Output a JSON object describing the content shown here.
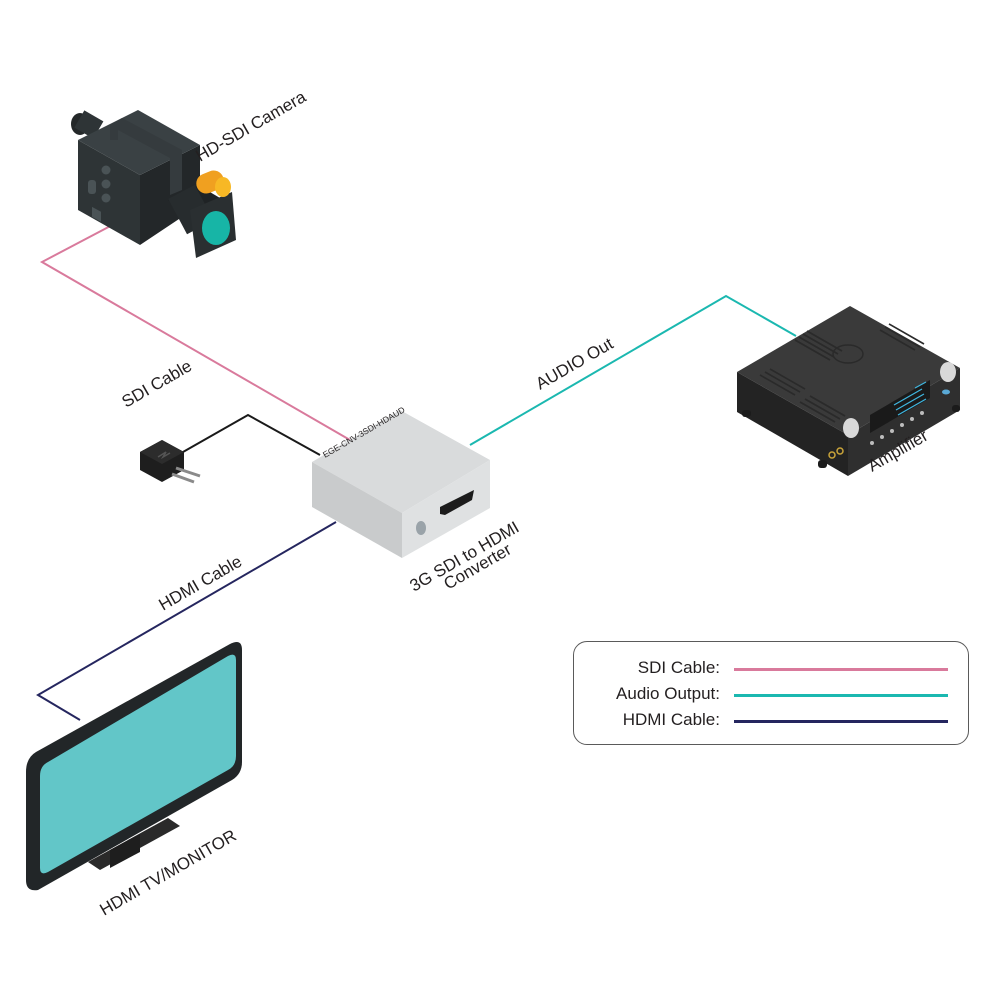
{
  "devices": {
    "camera": {
      "label": "HD-SDI Camera",
      "body_color": "#2e3436",
      "lens_color": "#17b5a6",
      "light_color": "#f2a21e"
    },
    "converter": {
      "label_line1": "3G SDI to HDMI",
      "label_line2": "Converter",
      "model": "EGE-CNV-3SDI-HDAUD",
      "body_color": "#d4d6d7"
    },
    "amplifier": {
      "label": "Amplifier",
      "body_color": "#2f2f2f",
      "display_color": "#3fb6e0"
    },
    "monitor": {
      "label": "HDMI TV/MONITOR",
      "screen_color": "#62c6c8",
      "bezel_color": "#222628"
    },
    "power_adapter": {
      "icon": "lightning-bolt-icon",
      "body_color": "#1e1e1e"
    }
  },
  "cables": {
    "sdi": {
      "label": "SDI Cable",
      "color": "#d97a9c"
    },
    "audio": {
      "label": "AUDIO Out",
      "color": "#1bb8b0"
    },
    "hdmi": {
      "label": "HDMI Cable",
      "color": "#25265f"
    },
    "power": {
      "color": "#1a1a1a"
    }
  },
  "legend": {
    "items": [
      {
        "label": "SDI Cable:",
        "color": "#d97a9c"
      },
      {
        "label": "Audio Output:",
        "color": "#1bb8b0"
      },
      {
        "label": "HDMI Cable:",
        "color": "#25265f"
      }
    ]
  }
}
